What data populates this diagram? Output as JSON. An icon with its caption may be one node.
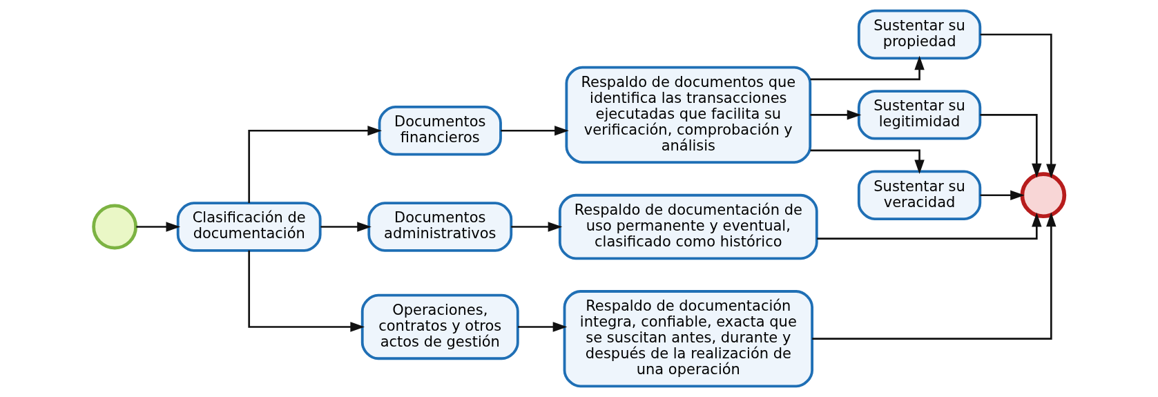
{
  "diagram": {
    "nodes": [
      {
        "text": [],
        "shape": "circle"
      },
      {
        "text": [
          "Clasificación de documentación"
        ]
      },
      {
        "text": [
          "Documentos financieros"
        ]
      },
      {
        "text": [
          "Documentos administrativos"
        ]
      },
      {
        "text": [
          "Operaciones, contratos y otros actos de gestión"
        ]
      },
      {
        "text": [
          "Respaldo de documentos que identifica las transacciones ejecutadas que facilita su verificación, comprobación y análisis"
        ]
      },
      {
        "text": [
          "Respaldo de documentación de uso permanente y eventual, clasificado como histórico"
        ]
      },
      {
        "text": [
          "Respaldo de documentación integra, confiable, exacta que se suscitan antes, durante y después de la realización de una operación"
        ]
      },
      {
        "text": [
          "Sustentar su propiedad"
        ]
      },
      {
        "text": [
          "Sustentar su legitimidad"
        ]
      },
      {
        "text": [
          "Sustentar su veracidad"
        ]
      },
      {
        "text": [],
        "shape": "circle"
      }
    ],
    "edges": [
      {
        "from": 0,
        "to": 1,
        "arrow": "to"
      },
      {
        "from": 1,
        "to": 2,
        "arrow": "to"
      },
      {
        "from": 1,
        "to": 3,
        "arrow": "to"
      },
      {
        "from": 1,
        "to": 4,
        "arrow": "to"
      },
      {
        "from": 2,
        "to": 5,
        "arrow": "to"
      },
      {
        "from": 3,
        "to": 6,
        "arrow": "to"
      },
      {
        "from": 4,
        "to": 7,
        "arrow": "to"
      },
      {
        "from": 5,
        "to": 8,
        "arrow": "to"
      },
      {
        "from": 5,
        "to": 9,
        "arrow": "to"
      },
      {
        "from": 5,
        "to": 10,
        "arrow": "to"
      },
      {
        "from": 8,
        "to": 11,
        "arrow": "to"
      },
      {
        "from": 9,
        "to": 11,
        "arrow": "to"
      },
      {
        "from": 10,
        "to": 11,
        "arrow": "to"
      },
      {
        "from": 6,
        "to": 11,
        "arrow": "to"
      },
      {
        "from": 7,
        "to": 11,
        "arrow": "to"
      }
    ]
  }
}
